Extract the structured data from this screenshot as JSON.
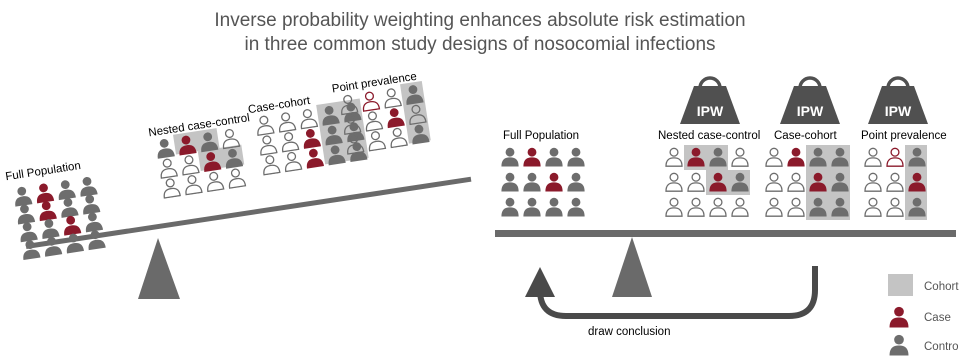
{
  "title": {
    "line1": "Inverse probability weighting enhances absolute risk estimation",
    "line2": "in three common study designs of nosocomial infections"
  },
  "left": {
    "full_population": "Full Population",
    "nested_case_control": "Nested case-control",
    "case_cohort": "Case-cohort",
    "point_prevalence": "Point prevalence"
  },
  "right": {
    "full_population": "Full Population",
    "nested_case_control": "Nested case-control",
    "case_cohort": "Case-cohort",
    "point_prevalence": "Point prevalence",
    "weight_label": "IPW",
    "arrow_label": "draw conclusion"
  },
  "legend": {
    "cohort": "Cohort",
    "case": "Case",
    "control": "Contro"
  },
  "colors": {
    "case": "#8b1a2b",
    "control": "#6d6d6d",
    "cohort_shade": "#c4c4c4",
    "beam": "#6a6a6a",
    "weight": "#505050",
    "outline": "#6d6d6d"
  },
  "icons": {
    "person": "person-icon",
    "weight": "weight-icon",
    "fulcrum": "fulcrum-icon",
    "arrow": "curved-arrow-icon"
  }
}
